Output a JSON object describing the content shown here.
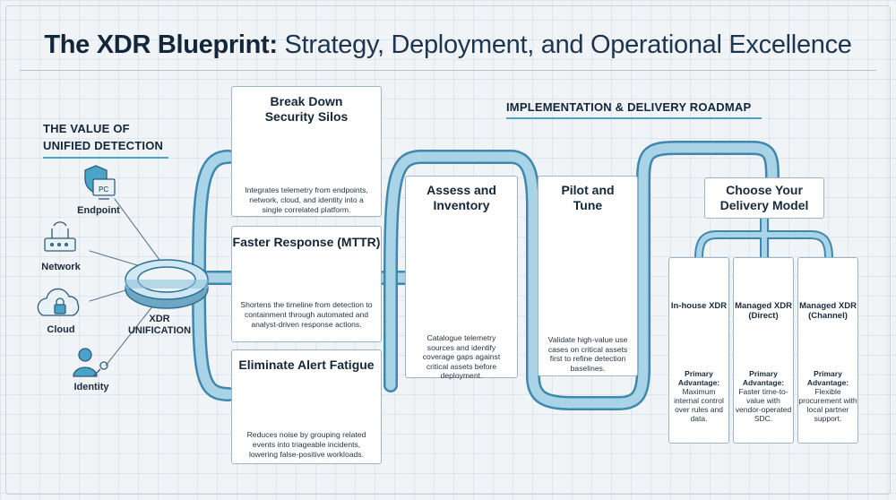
{
  "title": {
    "bold": "The XDR Blueprint:",
    "rest": " Strategy, Deployment, and Operational Excellence"
  },
  "value_section": {
    "label_line1": "THE VALUE OF",
    "label_line2": "UNIFIED DETECTION"
  },
  "sources": [
    {
      "label": "Endpoint",
      "icon": "shield-pc-icon",
      "pc_text": "PC"
    },
    {
      "label": "Network",
      "icon": "router-icon"
    },
    {
      "label": "Cloud",
      "icon": "cloud-lock-icon"
    },
    {
      "label": "Identity",
      "icon": "user-key-icon"
    }
  ],
  "hub": {
    "line1": "XDR",
    "line2": "UNIFICATION"
  },
  "benefits": [
    {
      "title": "Break Down Security Silos",
      "description": "Integrates telemetry from endpoints, network, cloud, and identity into a single correlated platform.",
      "icon": "circuit-chip-icon"
    },
    {
      "title": "Faster Response (MTTR)",
      "description": "Shortens the timeline from detection to containment through automated and analyst-driven response actions.",
      "icon": "stopwatch-gear-icon"
    },
    {
      "title": "Eliminate Alert Fatigue",
      "description": "Reduces noise by grouping related events into triageable incidents, lowering false-positive workloads.",
      "icon": "analyst-headset-icon"
    }
  ],
  "roadmap": {
    "label": "IMPLEMENTATION & DELIVERY ROADMAP",
    "steps": [
      {
        "title": "Assess and Inventory",
        "description": "Catalogue telemetry sources and identify coverage gaps against critical assets before deployment.",
        "icon": "magnifier-network-icon"
      },
      {
        "title": "Pilot and Tune",
        "description": "Validate high-value use cases on critical assets first to refine detection baselines.",
        "icon": "pilot-rocket-icon"
      }
    ],
    "choose": {
      "title": "Choose Your Delivery Model"
    },
    "models": [
      {
        "title": "In-house XDR",
        "advantage_label": "Primary Advantage:",
        "advantage": "Maximum internal control over rules and data.",
        "icon": "building-icon",
        "icon2": "crown-shield-icon"
      },
      {
        "title": "Managed XDR (Direct)",
        "advantage_label": "Primary Advantage:",
        "advantage": "Faster time-to-value with vendor-operated SDC.",
        "icon": "cloud-database-icon",
        "icon2": "speedometer-icon"
      },
      {
        "title": "Managed XDR (Channel)",
        "advantage_label": "Primary Advantage:",
        "advantage": "Flexible procurement with local partner support.",
        "icon": "handshake-gear-icon",
        "icon2": "map-pin-icon"
      }
    ]
  },
  "colors": {
    "pipe_fill": "#a9d3e6",
    "pipe_stroke": "#3f88ad",
    "accent": "#4aa3c8",
    "ink": "#14263a"
  }
}
